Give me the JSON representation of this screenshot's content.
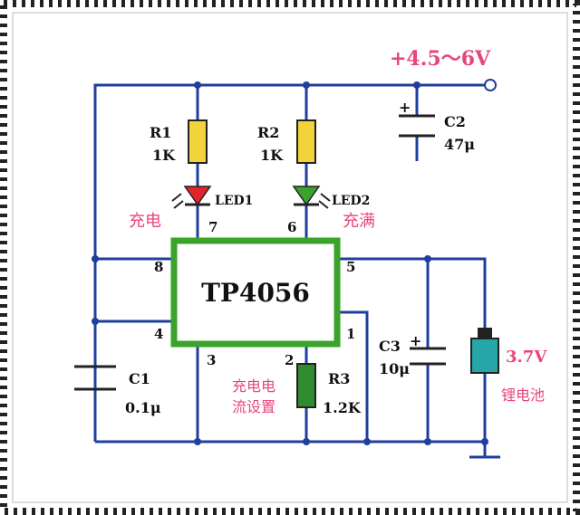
{
  "supply": {
    "label": "+4.5～6V",
    "color": "#e8457a"
  },
  "ic": {
    "label": "TP4056",
    "border_color": "#3aa32a"
  },
  "pins": {
    "p1": "1",
    "p2": "2",
    "p3": "3",
    "p4": "4",
    "p5": "5",
    "p6": "6",
    "p7": "7",
    "p8": "8"
  },
  "components": {
    "r1": {
      "name": "R1",
      "value": "1K"
    },
    "r2": {
      "name": "R2",
      "value": "1K"
    },
    "r3": {
      "name": "R3",
      "value": "1.2K"
    },
    "led1": {
      "name": "LED1"
    },
    "led2": {
      "name": "LED2"
    },
    "c1": {
      "name": "C1",
      "value": "0.1μ"
    },
    "c2": {
      "name": "C2",
      "value": "47μ"
    },
    "c3": {
      "name": "C3",
      "value": "10μ"
    },
    "battery": {
      "voltage": "3.7V",
      "label": "锂电池",
      "color": "#26a6a6"
    }
  },
  "annotations": {
    "charging": "充电",
    "full": "充满",
    "current_set_line1": "充电电",
    "current_set_line2": "流设置"
  },
  "colors": {
    "wire": "#1f3f9e",
    "resistor": "#f3d33a",
    "led_red": "#e0242a",
    "led_green": "#3aa32a",
    "r3": "#2e8b2e"
  }
}
